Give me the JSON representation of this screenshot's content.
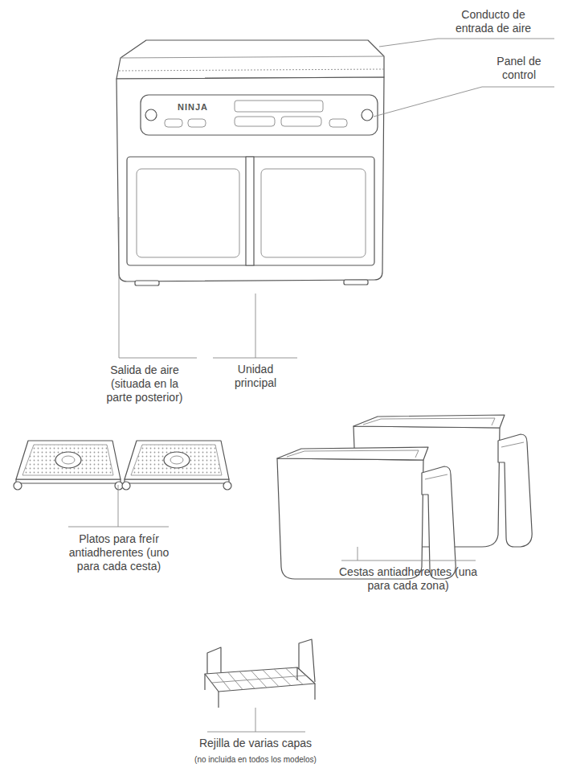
{
  "diagram": {
    "labels": [
      "Conducto de entrada de aire",
      "Panel de control",
      "Salida de aire (situada en la parte posterior)",
      "Unidad principal",
      "NINJA",
      "Platos para freír antiadherentes (uno para cada cesta)",
      "Cestas antiadherentes (una para cada zona)",
      "Rejilla de varias capas",
      "(no incluida en todos los modelos)"
    ]
  }
}
